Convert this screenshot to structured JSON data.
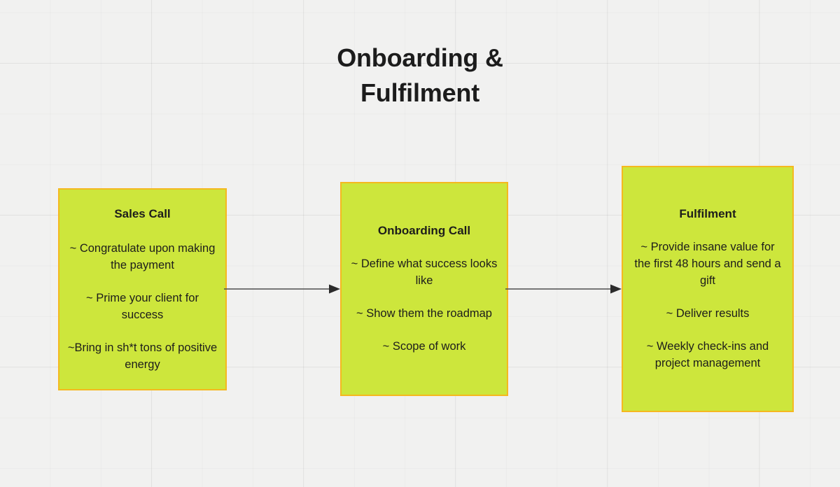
{
  "page": {
    "title": "Onboarding & Fulfilment",
    "background_color": "#f1f1f0",
    "grid": "light-grid"
  },
  "theme": {
    "node_fill": "#cde63c",
    "node_border": "#f5b81f",
    "text_color": "#1d1d1b",
    "connector_color": "#4d4d4d"
  },
  "diagram": {
    "type": "flowchart",
    "orientation": "left-to-right",
    "nodes": [
      {
        "id": "sales-call",
        "title": "Sales Call",
        "items": [
          "~ Congratulate upon making the payment",
          "~ Prime your client for success",
          "~Bring in sh*t tons of positive energy"
        ]
      },
      {
        "id": "onboarding-call",
        "title": "Onboarding Call",
        "items": [
          "~ Define what success looks like",
          "~ Show them the roadmap",
          "~ Scope of work"
        ]
      },
      {
        "id": "fulfilment",
        "title": "Fulfilment",
        "items": [
          "~ Provide insane value for the first 48 hours and send a gift",
          "~ Deliver results",
          "~ Weekly check-ins and project management"
        ]
      }
    ],
    "connectors": [
      {
        "id": "sales-to-onboarding",
        "from": "sales-call",
        "to": "onboarding-call",
        "style": "solid-arrow"
      },
      {
        "id": "onboarding-to-fulfilment",
        "from": "onboarding-call",
        "to": "fulfilment",
        "style": "solid-arrow"
      }
    ]
  }
}
